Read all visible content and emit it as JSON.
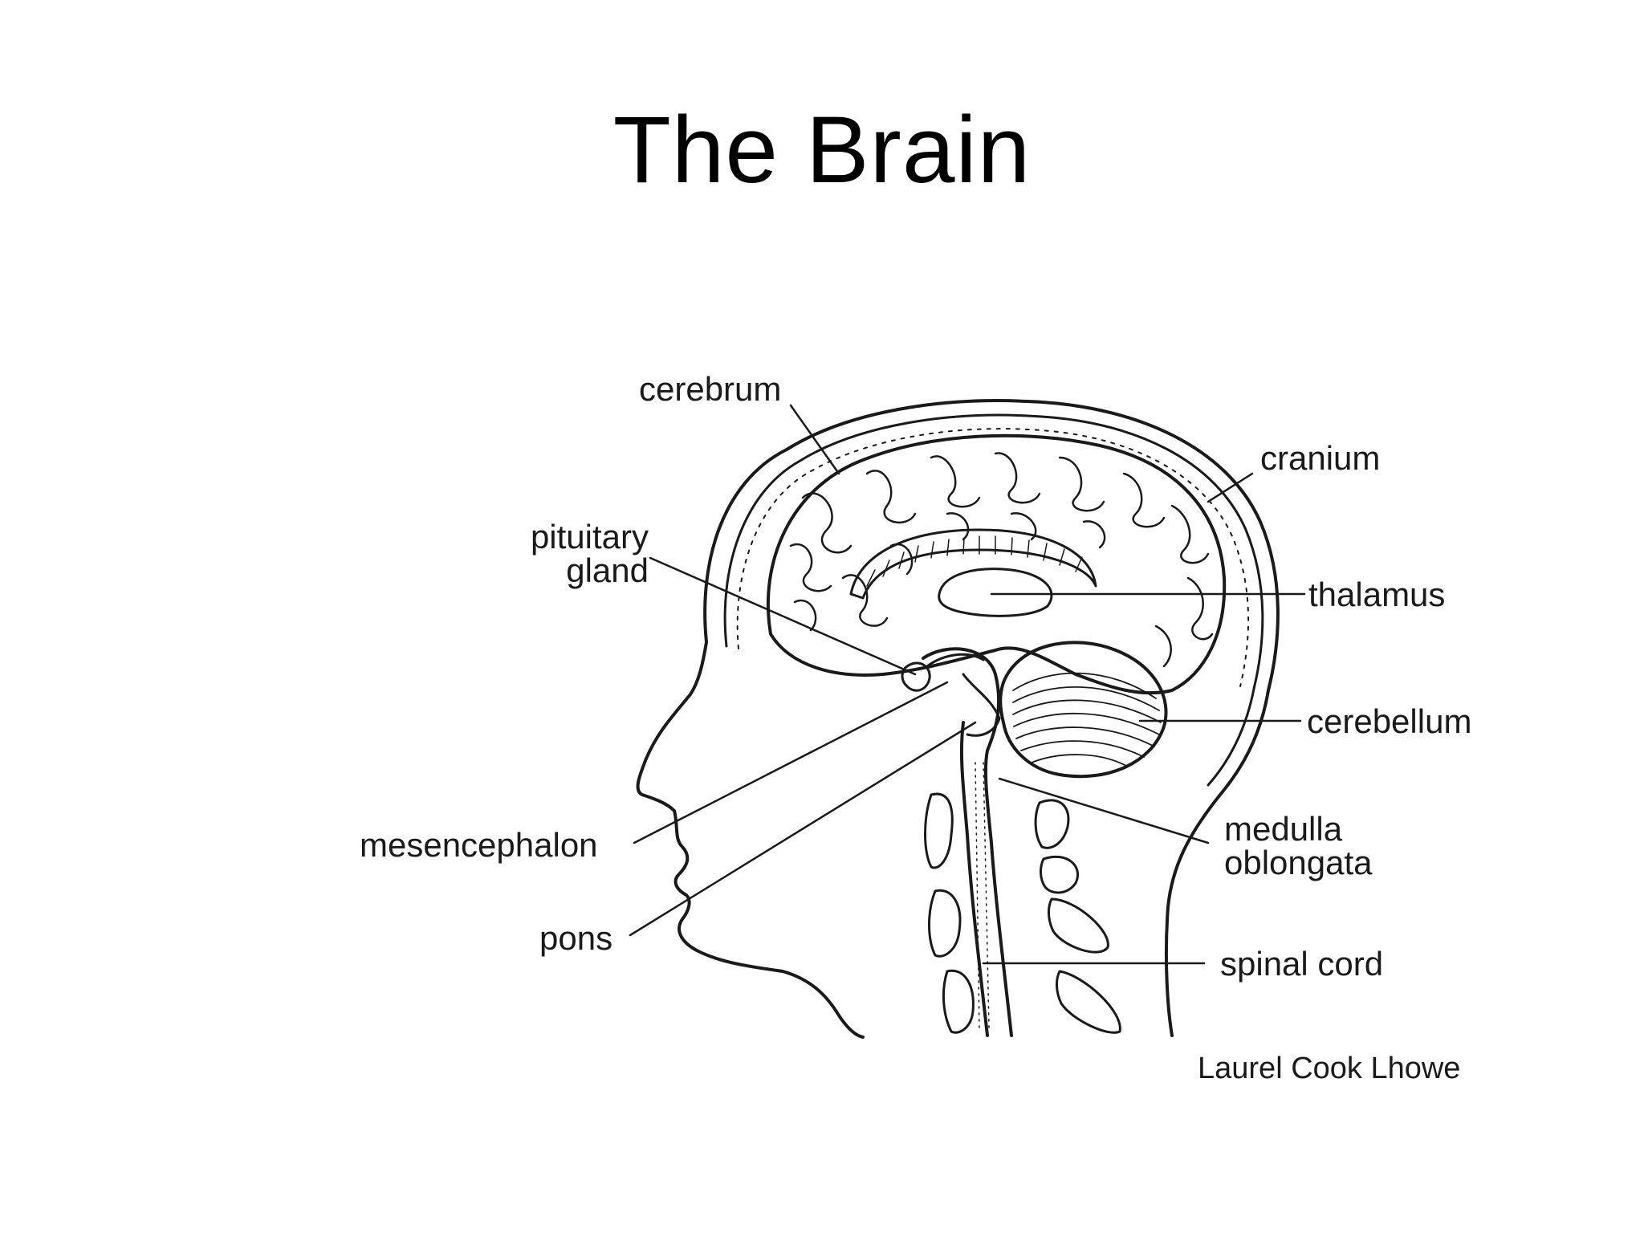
{
  "slide": {
    "title": "The Brain"
  },
  "diagram": {
    "labels": {
      "cerebrum": "cerebrum",
      "cranium": "cranium",
      "pituitary_gland_line1": "pituitary",
      "pituitary_gland_line2": "gland",
      "thalamus": "thalamus",
      "cerebellum": "cerebellum",
      "mesencephalon": "mesencephalon",
      "medulla_line1": "medulla",
      "medulla_line2": "oblongata",
      "pons": "pons",
      "spinal_cord": "spinal cord"
    },
    "credit": "Laurel Cook Lhowe"
  },
  "colors": {
    "background": "#ffffff",
    "ink": "#1a1a1a"
  }
}
